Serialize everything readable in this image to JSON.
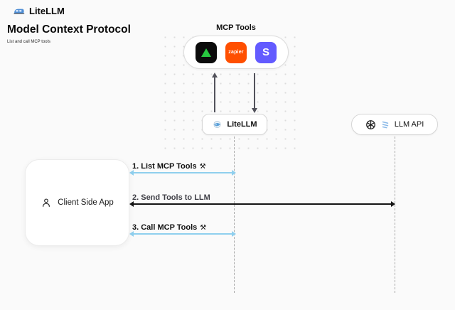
{
  "brand": {
    "name": "LiteLLM"
  },
  "page": {
    "title": "Model Context Protocol",
    "subtitle": "List and call MCP tools"
  },
  "mcp": {
    "label": "MCP Tools",
    "tools": [
      {
        "name": "green-triangle-tool",
        "bg": "#0b0b0b",
        "glyph_color": "#28c840"
      },
      {
        "name": "zapier",
        "label": "zapier",
        "bg": "#ff4f00"
      },
      {
        "name": "stripe",
        "label": "S",
        "bg": "#635bff"
      }
    ]
  },
  "nodes": {
    "litellm": {
      "label": "LiteLLM"
    },
    "llm_api": {
      "label": "LLM API"
    },
    "client": {
      "label": "Client Side App"
    }
  },
  "messages": [
    {
      "label": "1. List MCP Tools",
      "icon": "⚒",
      "color": "#8fcfee"
    },
    {
      "label": "2. Send Tools to LLM",
      "icon": "",
      "color": "#141414"
    },
    {
      "label": "3. Call MCP Tools",
      "icon": "⚒",
      "color": "#8fcfee"
    }
  ],
  "colors": {
    "background": "#fafafa",
    "arrow_blue": "#8fcfee",
    "arrow_black": "#141414",
    "lifeline": "#a8a8a8",
    "zapier_orange": "#ff4f00",
    "stripe_purple": "#635bff",
    "tool_triangle_green": "#28c840"
  }
}
